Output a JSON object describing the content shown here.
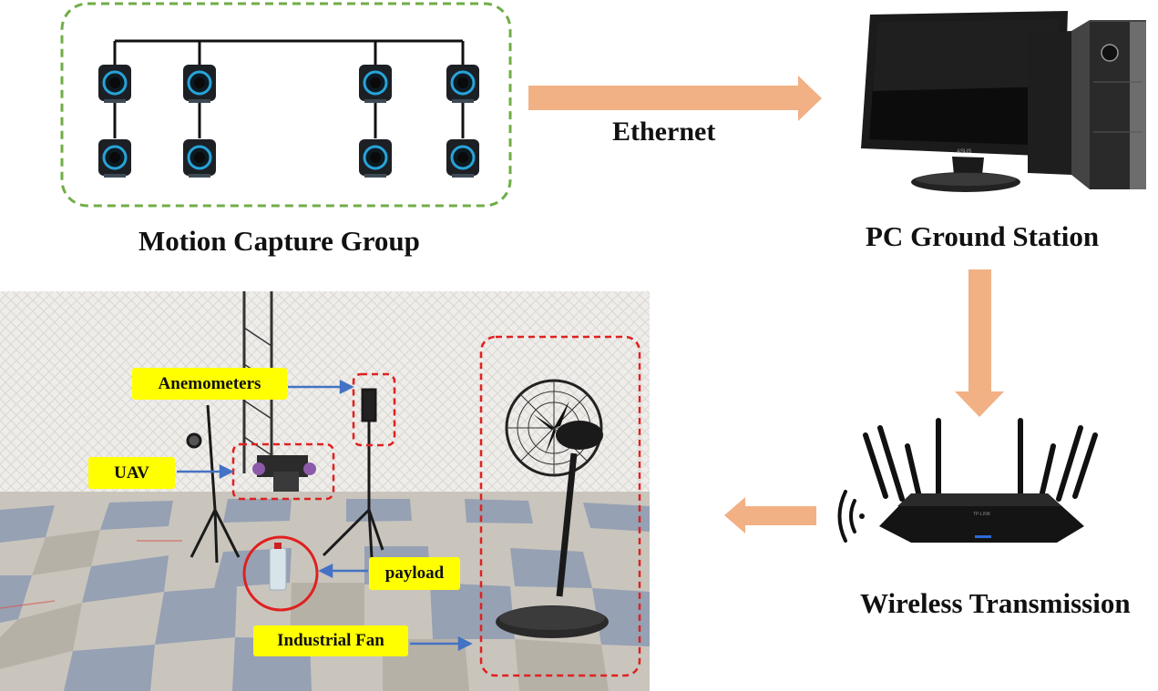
{
  "captions": {
    "motion_capture": "Motion Capture Group",
    "ethernet": "Ethernet",
    "pc_ground_station": "PC Ground Station",
    "wireless": "Wireless Transmission"
  },
  "photo_labels": {
    "anemometers": "Anemometers",
    "uav": "UAV",
    "payload": "payload",
    "industrial_fan": "Industrial Fan"
  },
  "monitor_brand": "ASUS",
  "router_brand": "TP-LINK",
  "colors": {
    "arrow": "#f2b184",
    "group_border": "#70ad47",
    "highlight_red": "#e02020",
    "label_arrow": "#4472c4",
    "label_bg": "#ffff00"
  }
}
